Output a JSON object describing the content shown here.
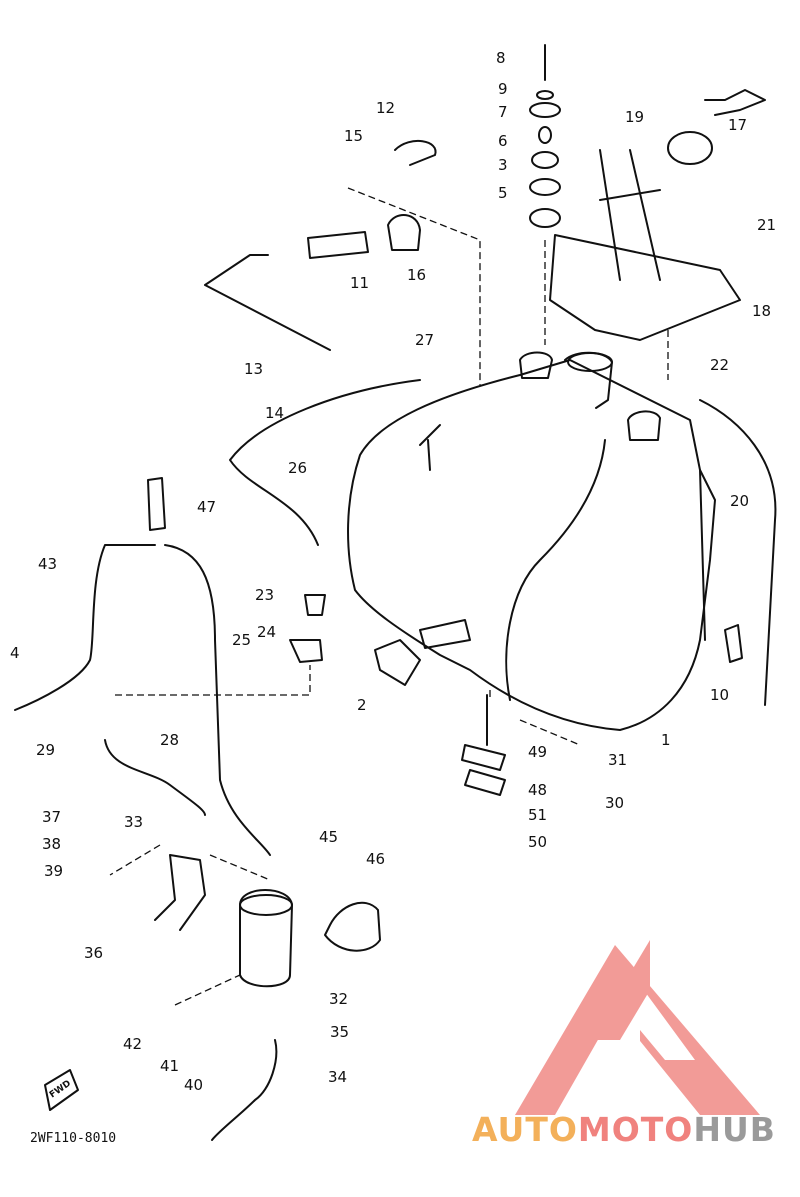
{
  "diagram": {
    "part_labels": [
      "1",
      "2",
      "3",
      "4",
      "5",
      "6",
      "7",
      "8",
      "9",
      "10",
      "11",
      "12",
      "13",
      "14",
      "15",
      "16",
      "17",
      "18",
      "19",
      "20",
      "21",
      "22",
      "23",
      "24",
      "25",
      "26",
      "27",
      "28",
      "29",
      "30",
      "31",
      "32",
      "33",
      "34",
      "35",
      "36",
      "37",
      "38",
      "39",
      "40",
      "41",
      "42",
      "43",
      "45",
      "46",
      "47",
      "48",
      "49",
      "50",
      "51"
    ],
    "drawing_code": "2WF110-8010",
    "direction_marker": "FWD"
  },
  "watermark": {
    "parts": [
      "AUTO",
      "MOTO",
      "HUB"
    ],
    "colors": {
      "auto": "#f3b05a",
      "moto": "#f0827e",
      "hub": "#9a9a9a",
      "logo": "#f08a86"
    }
  }
}
